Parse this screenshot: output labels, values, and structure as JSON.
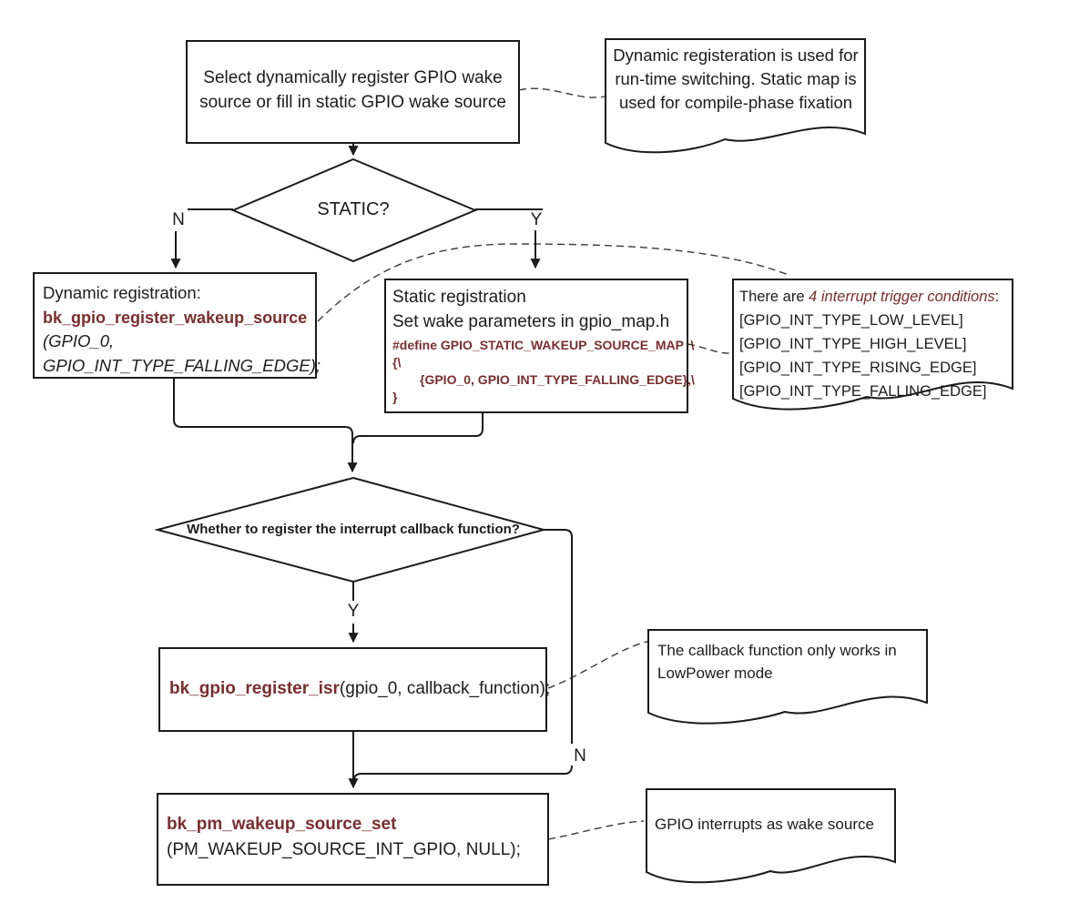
{
  "colors": {
    "accent": "#7b2d2d",
    "line": "#1a1a1a"
  },
  "nodes": {
    "start": {
      "text": "Select dynamically register GPIO wake source or fill in static GPIO wake source"
    },
    "decision_static": {
      "label": "STATIC?",
      "no": "N",
      "yes": "Y"
    },
    "dynamic": {
      "line1": "Dynamic registration:",
      "function": "bk_gpio_register_wakeup_source",
      "line3": "(GPIO_0,",
      "line4": "GPIO_INT_TYPE_FALLING_EDGE);"
    },
    "static": {
      "line1": "Static registration",
      "line2": "Set wake parameters in gpio_map.h",
      "code": [
        "#define GPIO_STATIC_WAKEUP_SOURCE_MAP  \\",
        "{\\",
        "{GPIO_0, GPIO_INT_TYPE_FALLING_EDGE},\\",
        "}"
      ]
    },
    "decision_callback": {
      "label": "Whether to register the interrupt callback function?",
      "yes": "Y",
      "no": "N"
    },
    "register_isr": {
      "function": "bk_gpio_register_isr",
      "args": "(gpio_0, callback_function);"
    },
    "pm_set": {
      "function": "bk_pm_wakeup_source_set",
      "args": "(PM_WAKEUP_SOURCE_INT_GPIO, NULL);"
    }
  },
  "notes": {
    "registration": {
      "text": "Dynamic registeration is used for run-time switching. Static map is used for compile-phase fixation"
    },
    "triggers": {
      "prefix": "There are ",
      "highlight": "4 interrupt trigger conditions",
      "suffix": ":",
      "items": [
        "[GPIO_INT_TYPE_LOW_LEVEL]",
        "[GPIO_INT_TYPE_HIGH_LEVEL]",
        "[GPIO_INT_TYPE_RISING_EDGE]",
        "[GPIO_INT_TYPE_FALLING_EDGE]"
      ]
    },
    "callback": {
      "text": "The callback function only works in LowPower mode"
    },
    "wake": {
      "text": "GPIO interrupts as wake source"
    }
  }
}
